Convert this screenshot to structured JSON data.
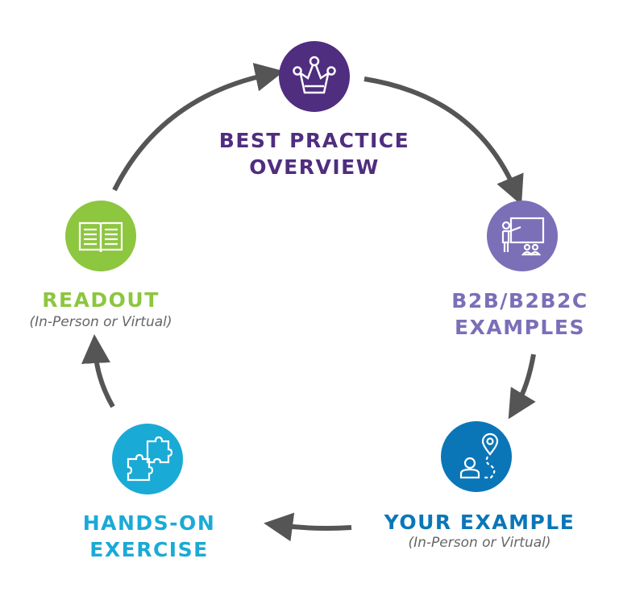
{
  "steps": [
    {
      "title_line1": "BEST PRACTICE",
      "title_line2": "OVERVIEW",
      "icon": "crown-icon",
      "color": "#4f2d7f"
    },
    {
      "title_line1": "B2B/B2B2C",
      "title_line2": "EXAMPLES",
      "icon": "presentation-icon",
      "color": "#7b6fb8"
    },
    {
      "title_line1": "YOUR EXAMPLE",
      "subtitle": "(In-Person or Virtual)",
      "icon": "location-path-icon",
      "color": "#0a76b8"
    },
    {
      "title_line1": "HANDS-ON",
      "title_line2": "EXERCISE",
      "icon": "puzzle-icon",
      "color": "#1aaad6"
    },
    {
      "title_line1": "READOUT",
      "subtitle": "(In-Person or Virtual)",
      "icon": "book-icon",
      "color": "#8dc63f"
    }
  ],
  "arrow_color": "#555555"
}
